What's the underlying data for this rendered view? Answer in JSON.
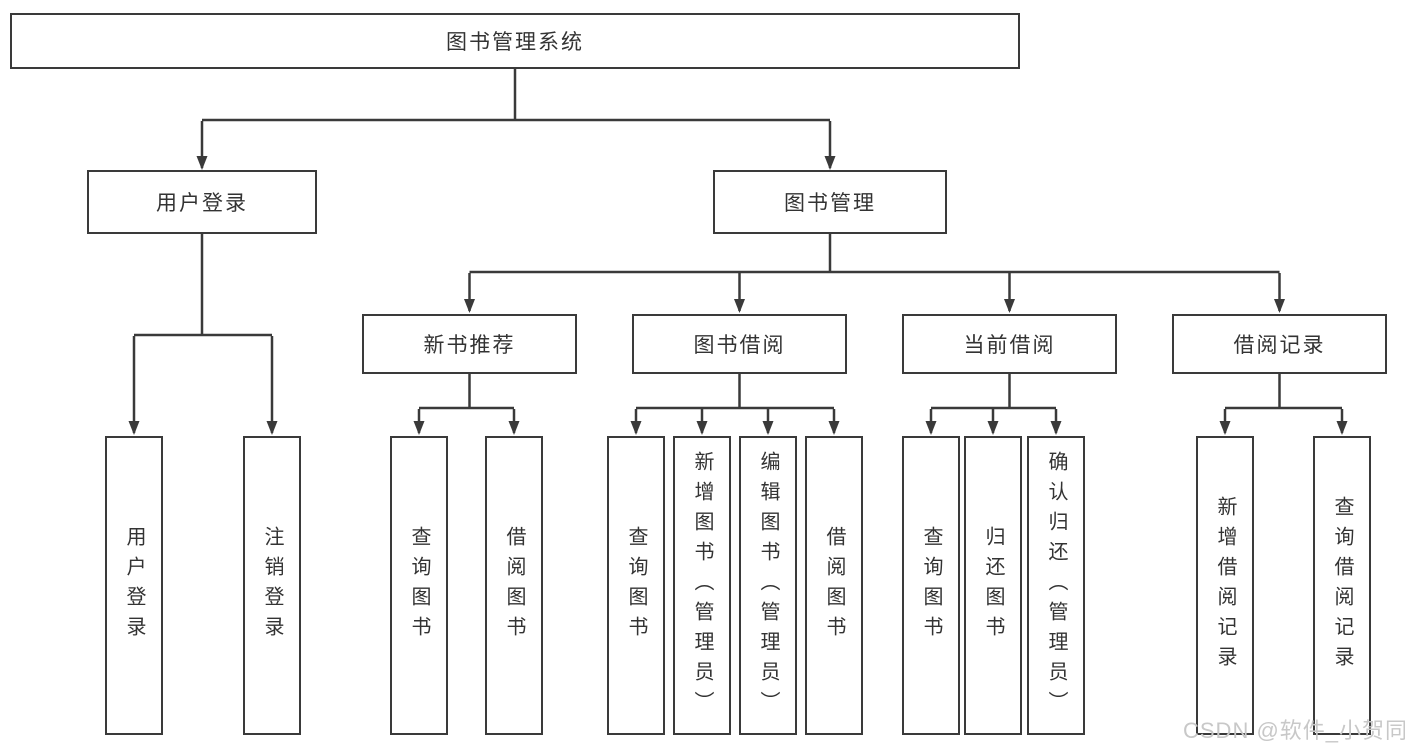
{
  "colors": {
    "line": "#3a3a3a",
    "border": "#3a3a3a",
    "text": "#333333",
    "watermark": "#c8c8c8",
    "background": "#ffffff"
  },
  "watermark": {
    "text": "CSDN @软件_小贺同学"
  },
  "tree": {
    "root": {
      "label": "图书管理系统"
    },
    "level2": [
      {
        "label": "用户登录",
        "children": [
          {
            "label": "用户登录"
          },
          {
            "label": "注销登录"
          }
        ]
      },
      {
        "label": "图书管理",
        "children": [
          {
            "label": "新书推荐",
            "children": [
              {
                "label": "查询图书"
              },
              {
                "label": "借阅图书"
              }
            ]
          },
          {
            "label": "图书借阅",
            "children": [
              {
                "label": "查询图书"
              },
              {
                "label": "新增图书（管理员）"
              },
              {
                "label": "编辑图书（管理员）"
              },
              {
                "label": "借阅图书"
              }
            ]
          },
          {
            "label": "当前借阅",
            "children": [
              {
                "label": "查询图书"
              },
              {
                "label": "归还图书"
              },
              {
                "label": "确认归还（管理员）"
              }
            ]
          },
          {
            "label": "借阅记录",
            "children": [
              {
                "label": "新增借阅记录"
              },
              {
                "label": "查询借阅记录"
              }
            ]
          }
        ]
      }
    ]
  }
}
